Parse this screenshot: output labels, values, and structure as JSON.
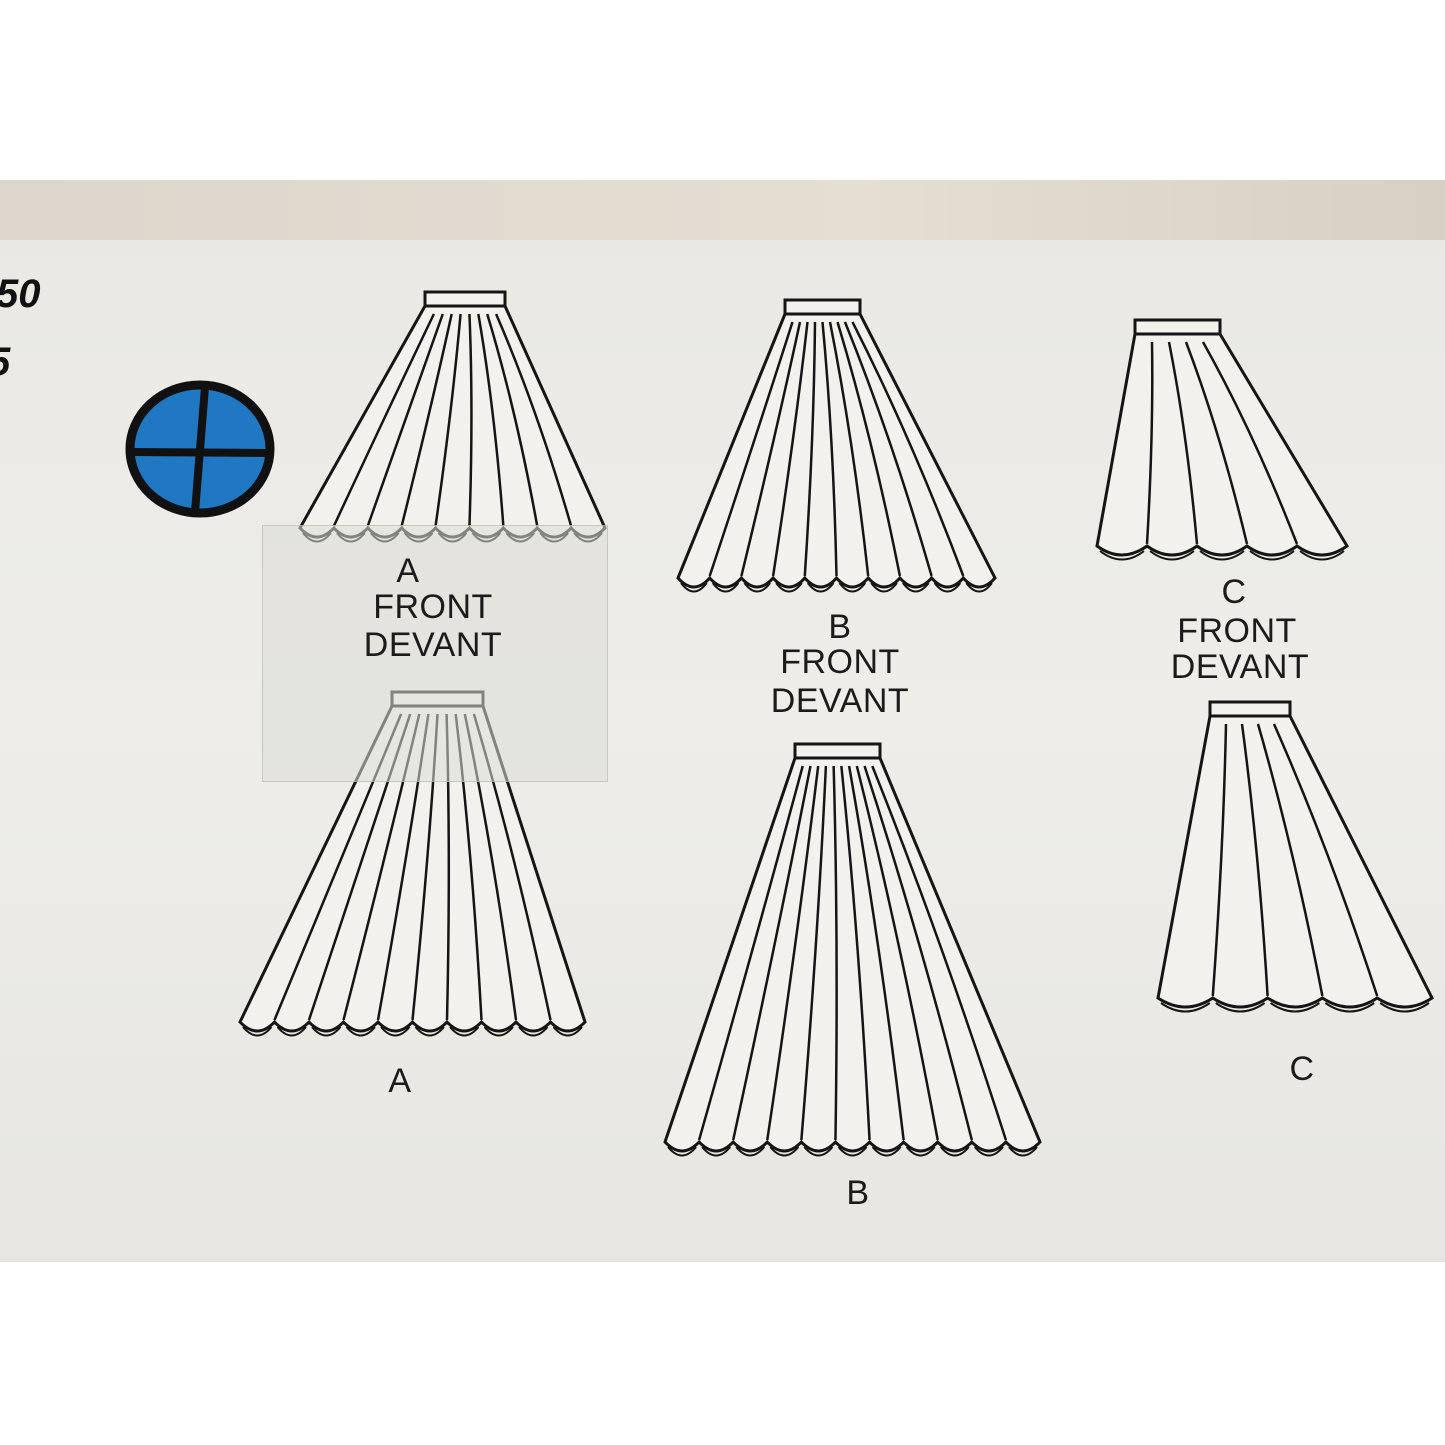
{
  "pattern_numbers": [
    "50",
    "5"
  ],
  "symbol": {
    "icon": "blue-quartered-circle",
    "color": "#1f78c1"
  },
  "views": {
    "a_front": {
      "letter": "A",
      "front": "FRONT",
      "devant": "DEVANT"
    },
    "b_front": {
      "letter": "B",
      "front": "FRONT",
      "devant": "DEVANT"
    },
    "c_front": {
      "letter": "C",
      "front": "FRONT",
      "devant": "DEVANT"
    },
    "a_back": {
      "letter": "A"
    },
    "b_back": {
      "letter": "B"
    },
    "c_back": {
      "letter": "C"
    }
  }
}
